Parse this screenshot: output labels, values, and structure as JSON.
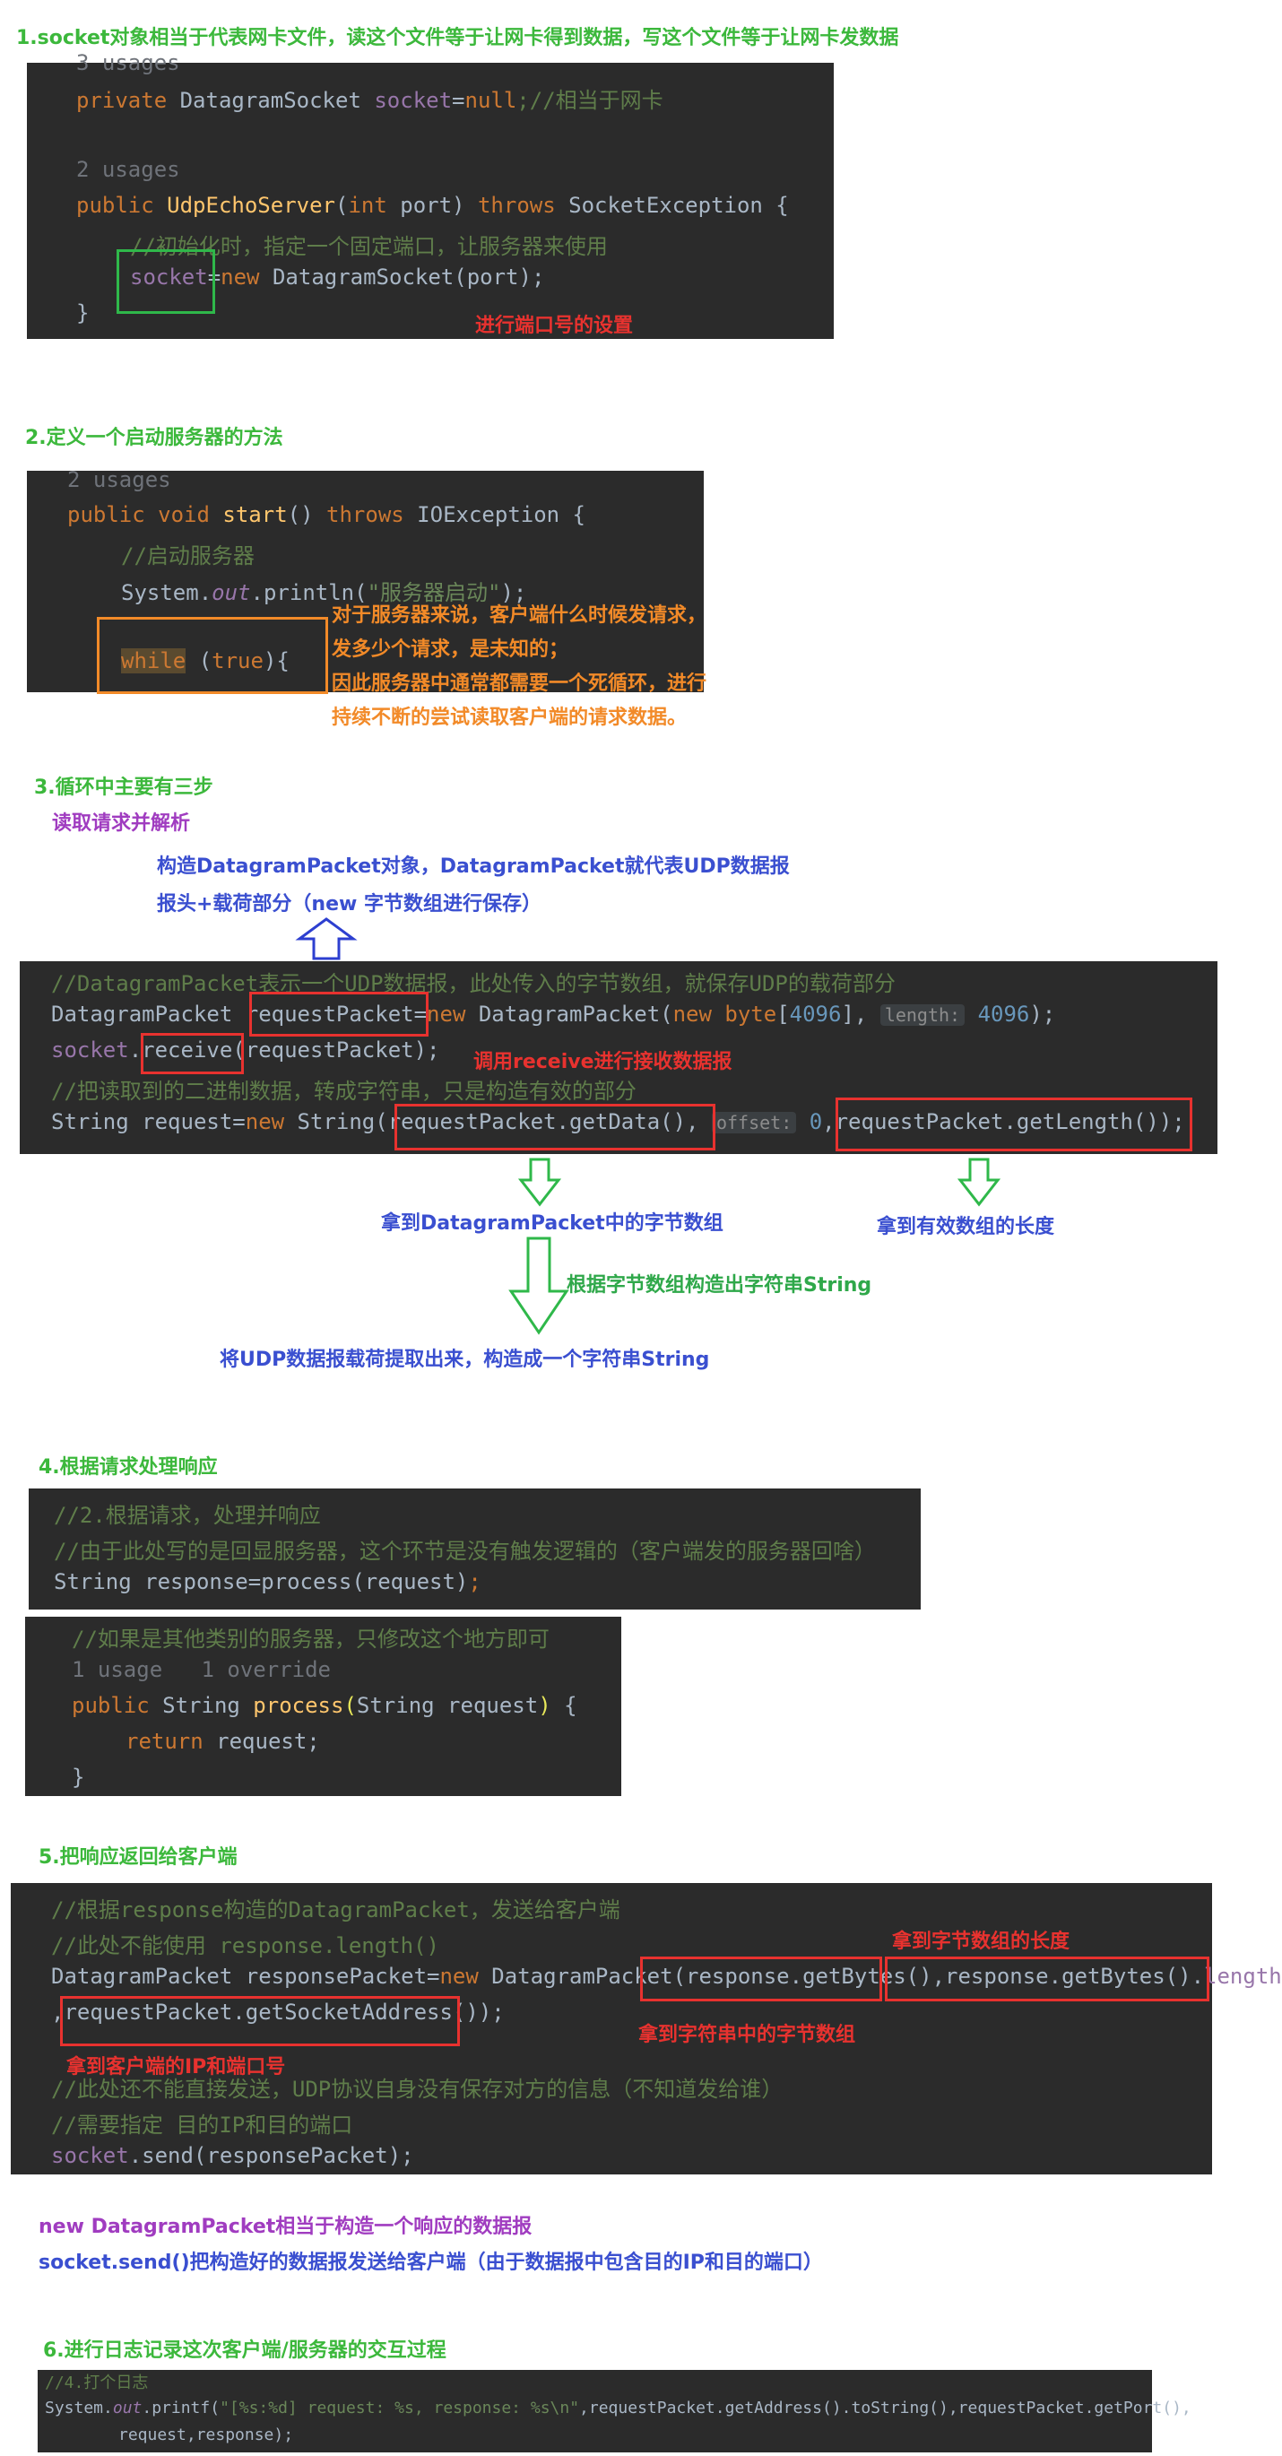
{
  "s1": {
    "heading": "1.socket对象相当于代表网卡文件，读这个文件等于让网卡得到数据，写这个文件等于让网卡发数据",
    "usages_top": "3 usages",
    "l1": {
      "kw": "private",
      "type": " DatagramSocket ",
      "field": "socket",
      "eq": "=",
      "null": "null",
      "cm": ";//相当于网卡"
    },
    "usages2": "2 usages",
    "l2": {
      "kw": "public",
      "ctor": " UdpEchoServer",
      "open": "(",
      "int": "int",
      "port": " port) ",
      "throws": "throws",
      "rest": " SocketException {"
    },
    "cm1": "//初始化时，指定一个固定端口，让服务器来使用",
    "l3": {
      "field": "socket",
      "eq": "=",
      "new": "new",
      "rest": " DatagramSocket(port);"
    },
    "close": "}",
    "note": "进行端口号的设置"
  },
  "s2": {
    "heading": "2.定义一个启动服务器的方法",
    "usages": "2 usages",
    "l1": {
      "kw1": "public",
      "kw2": " void ",
      "fn": "start",
      "p": "() ",
      "throws": "throws",
      "rest": " IOException {"
    },
    "cm": "//启动服务器",
    "l2": {
      "a": "System.",
      "out": "out",
      "b": ".println(",
      "str": "\"服务器启动\"",
      "c": ");"
    },
    "l3": {
      "kw": "while",
      "sp": " (",
      "true": "true",
      "rest": "){"
    },
    "note1": "对于服务器来说，客户端什么时候发请求，",
    "note2": "发多少个请求，是未知的；",
    "note3": "因此服务器中通常都需要一个死循环，进行",
    "note4": "持续不断的尝试读取客户端的请求数据。"
  },
  "s3": {
    "heading": "3.循环中主要有三步",
    "sub": "读取请求并解析",
    "desc1": "构造DatagramPacket对象，DatagramPacket就代表UDP数据报",
    "desc2": "报头+载荷部分（new 字节数组进行保存）",
    "cm1": "//DatagramPacket表示一个UDP数据报，此处传入的字节数组，就保存UDP的载荷部分",
    "l1": {
      "a": "DatagramPacket ",
      "b": "requestPacket",
      "eq": "=",
      "new": "new",
      "c": " DatagramPacket(",
      "new2": "new",
      "byte": " byte",
      "br": "[",
      "n": "4096",
      "br2": "],",
      "hint": "length:",
      "n2": "4096",
      "end": ");"
    },
    "l2": {
      "field": "socket",
      "dot": ".",
      "recv": "receive",
      "rest": "(requestPacket);"
    },
    "recv_note": "调用receive进行接收数据报",
    "cm2": "//把读取到的二进制数据，转成字符串，只是构造有效的部分",
    "l3": {
      "a": "String request=",
      "new": "new",
      "b": " String(",
      "c": "requestPacket.getData()",
      "d": ",",
      "hint": "offset:",
      "zero": "0",
      "e": ",",
      "f": "requestPacket.getLength());"
    },
    "ann1": "拿到DatagramPacket中的字节数组",
    "ann2": "拿到有效数组的长度",
    "ann3": "根据字节数组构造出字符串String",
    "ann4": "将UDP数据报载荷提取出来，构造成一个字符串String"
  },
  "s4": {
    "heading": "4.根据请求处理响应",
    "cm1": "//2.根据请求，处理并响应",
    "cm2": "//由于此处写的是回显服务器，这个环节是没有触发逻辑的（客户端发的服务器回啥）",
    "l1": {
      "a": "String response=process(request)",
      "semi": ";"
    },
    "cm3": "//如果是其他类别的服务器，只修改这个地方即可",
    "usage": "1 usage   1 override",
    "l2": {
      "kw": "public",
      "type": " String ",
      "fn": "process",
      "open": "(",
      "param": "String request",
      "close": ")",
      "rest": " {"
    },
    "l3": {
      "kw": "return",
      "rest": " request;"
    },
    "close": "}"
  },
  "s5": {
    "heading": "5.把响应返回给客户端",
    "cm1": "//根据response构造的DatagramPacket，发送给客户端",
    "cm2": "//此处不能使用 response.length()",
    "l1": {
      "a": "DatagramPacket responsePacket=",
      "new": "new",
      "b": " DatagramPacket(",
      "c": "response.getBytes()",
      "d": ",",
      "e": "response.getBytes()",
      "f": ".",
      "len": "length"
    },
    "l2": {
      "a": ",",
      "b": "requestPacket.getSocketAddress()",
      "c": ");"
    },
    "ann_len": "拿到字节数组的长度",
    "ann_bytes": "拿到字符串中的字节数组",
    "ann_addr": "拿到客户端的IP和端口号",
    "cm3": "//此处还不能直接发送，UDP协议自身没有保存对方的信息（不知道发给谁）",
    "cm4": "//需要指定 目的IP和目的端口",
    "l3": {
      "field": "socket",
      "rest": ".send(responsePacket);"
    },
    "note1": "new DatagramPacket相当于构造一个响应的数据报",
    "note2": "socket.send()把构造好的数据报发送给客户端（由于数据报中包含目的IP和目的端口）"
  },
  "s6": {
    "heading": "6.进行日志记录这次客户端/服务器的交互过程",
    "cm": "//4.打个日志",
    "l1": {
      "a": "System.",
      "out": "out",
      "b": ".printf(",
      "str": "\"[%s:%d] request: %s, response: %s\\n\"",
      "c": ",requestPacket.getAddress().toString(),requestPacket.getPort(),"
    },
    "l2": "request,response);"
  }
}
